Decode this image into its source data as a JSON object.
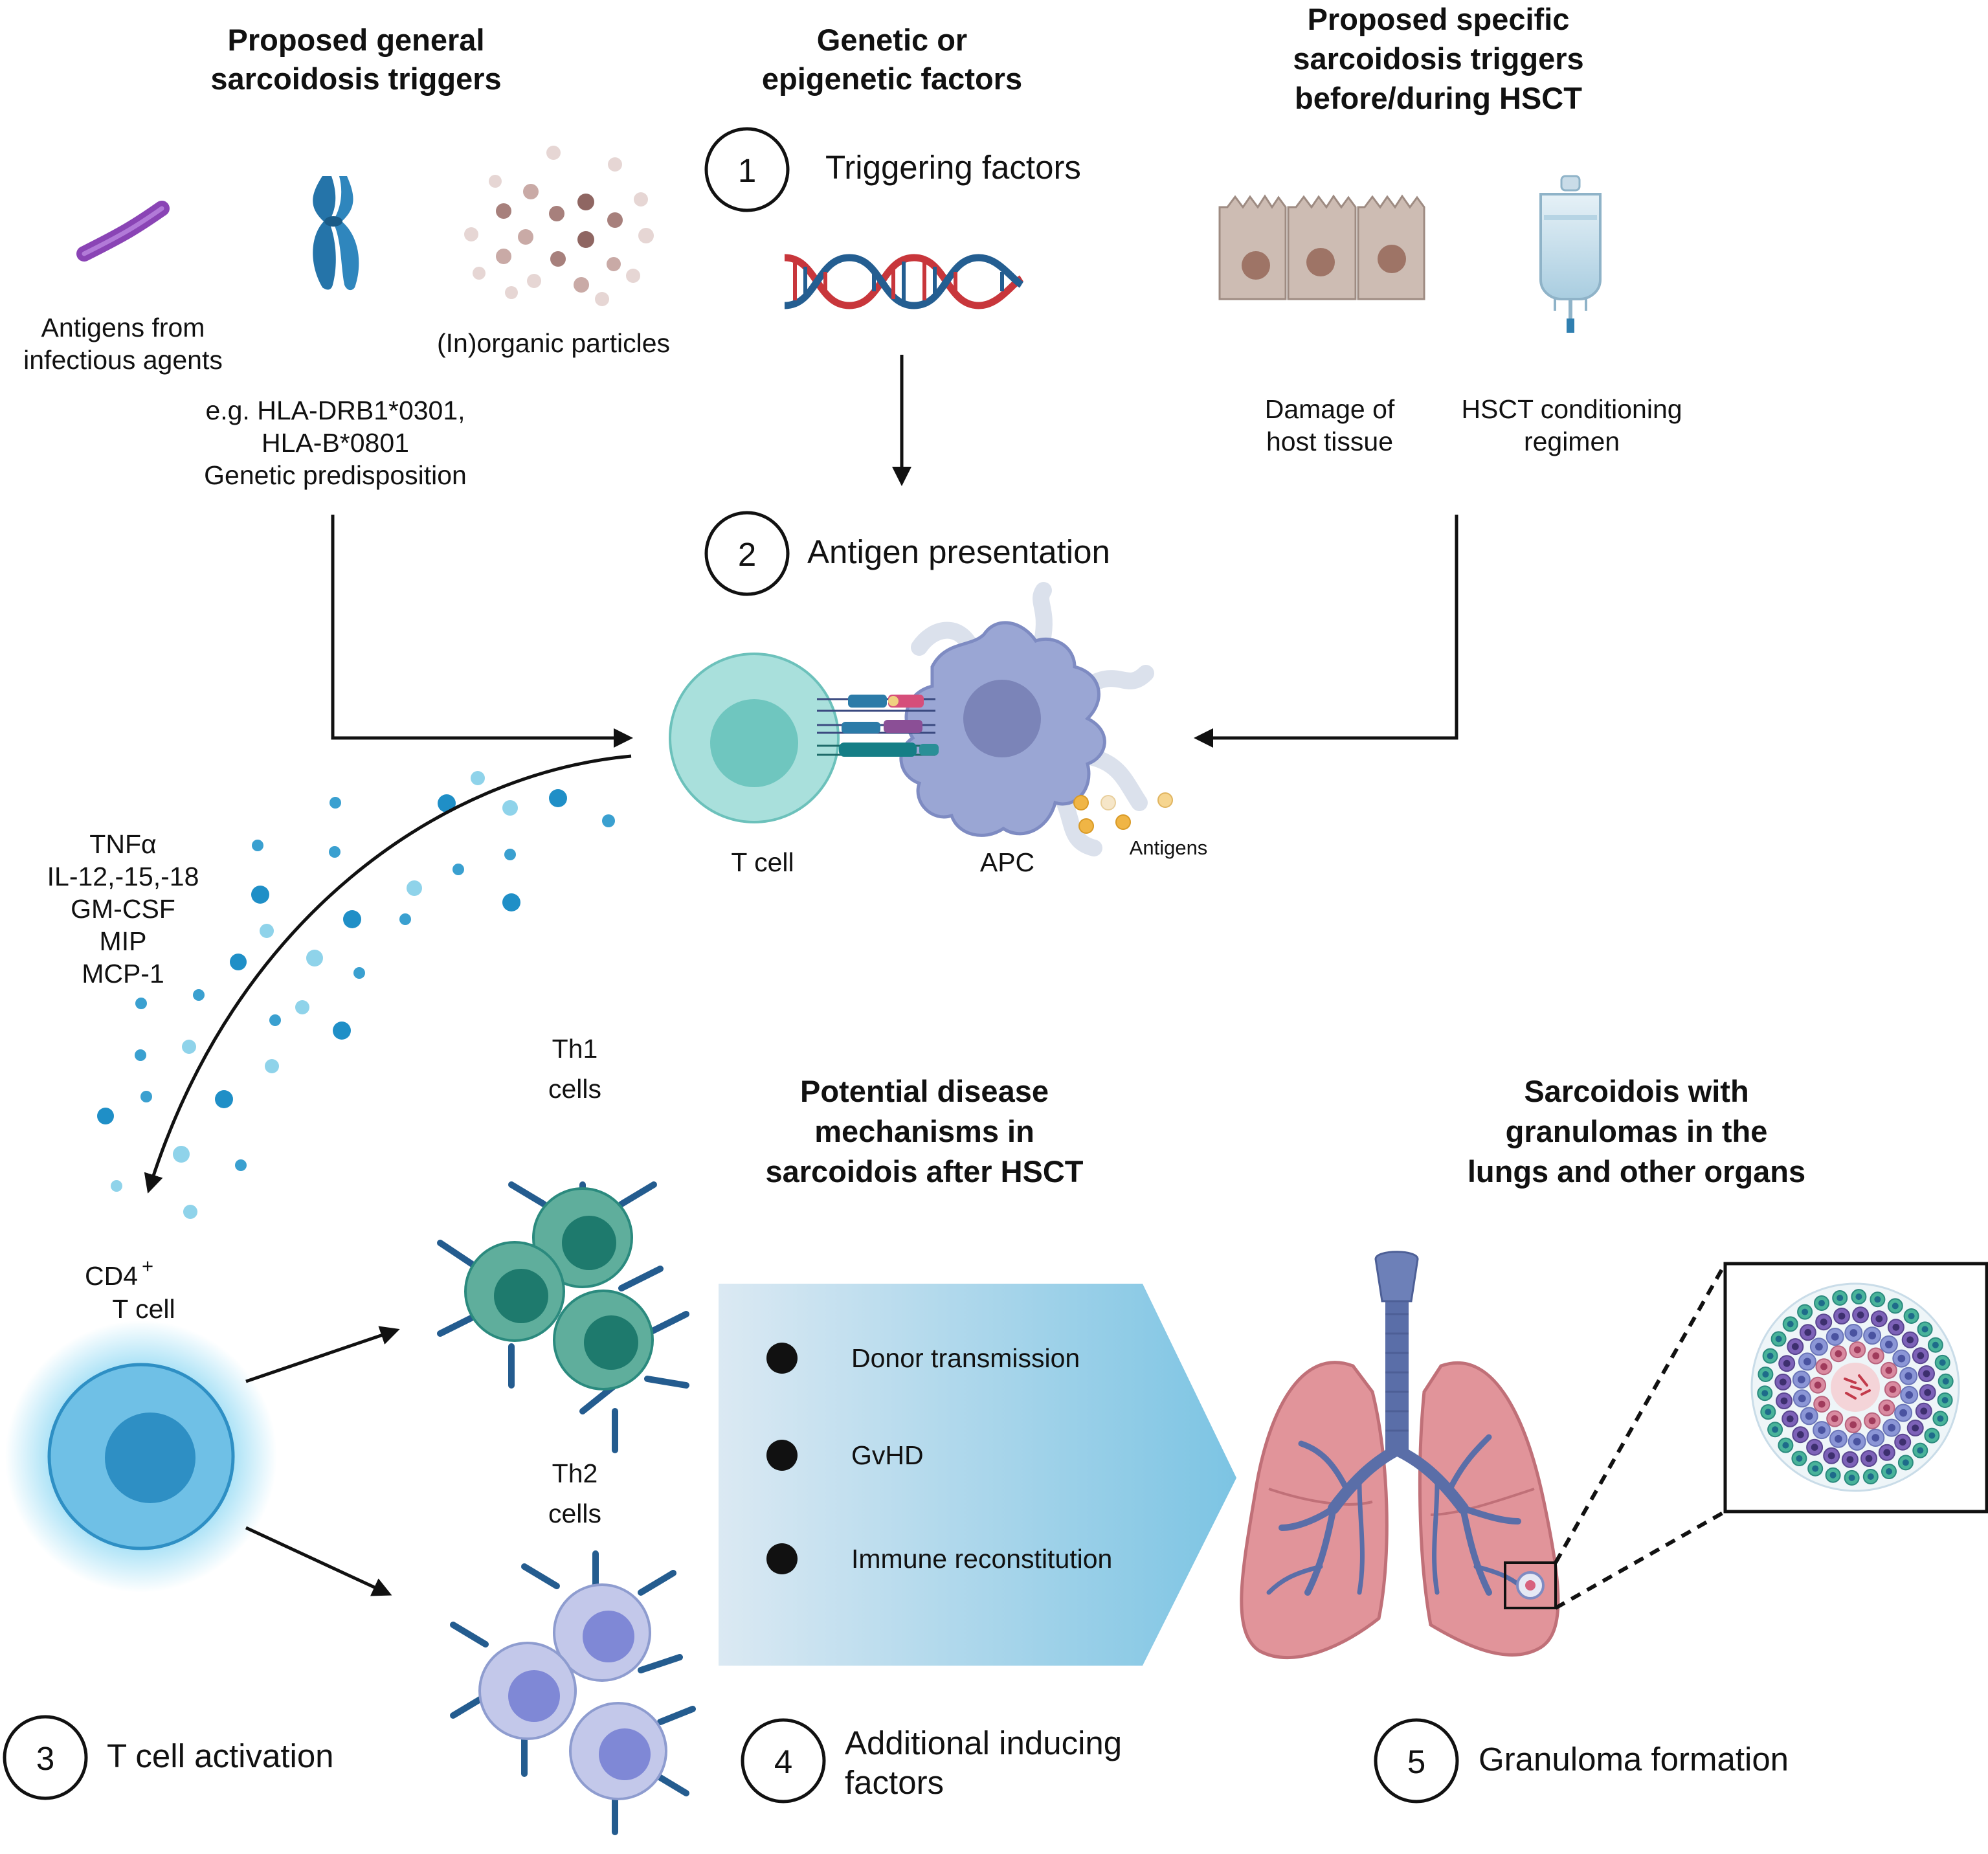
{
  "header_general": [
    "Proposed general",
    "sarcoidosis triggers"
  ],
  "header_genetic": [
    "Genetic or",
    "epigenetic factors"
  ],
  "header_specific": [
    "Proposed specific",
    "sarcoidosis triggers",
    "before/during HSCT"
  ],
  "steps": [
    {
      "num": "1",
      "label": "Triggering factors"
    },
    {
      "num": "2",
      "label": "Antigen presentation"
    },
    {
      "num": "3",
      "label": "T cell activation"
    },
    {
      "num": "4",
      "label": [
        "Additional inducing",
        "factors"
      ]
    },
    {
      "num": "5",
      "label": "Granuloma formation"
    }
  ],
  "labels": {
    "antigens_infectious": [
      "Antigens from",
      "infectious agents"
    ],
    "particles": "(In)organic particles",
    "genetic": [
      "e.g. HLA-DRB1*0301,",
      "HLA-B*0801",
      "Genetic predisposition"
    ],
    "damage": [
      "Damage of",
      "host tissue"
    ],
    "conditioning": [
      "HSCT conditioning",
      "regimen"
    ],
    "t_cell": "T cell",
    "apc": "APC",
    "antigens": "Antigens",
    "cytokines": [
      "TNFα",
      "IL-12,-15,-18",
      "GM-CSF",
      "MIP",
      "MCP-1"
    ],
    "cd4": [
      "CD4",
      "+",
      "T cell"
    ],
    "th1": [
      "Th1",
      "cells"
    ],
    "th2": [
      "Th2",
      "cells"
    ]
  },
  "mechanisms": {
    "title": [
      "Potential disease",
      "mechanisms in",
      "sarcoidois after HSCT"
    ],
    "items": [
      "Donor transmission",
      "GvHD",
      "Immune reconstitution"
    ]
  },
  "granuloma_title": [
    "Sarcoidois with",
    "granulomas in the",
    "lungs and other organs"
  ],
  "colors": {
    "teal": "#2b8a7e",
    "apc": "#8e9ccf",
    "cd4": "#2e8fc4",
    "particle_blue": "#1f8fc7",
    "lung": "#d98a92",
    "bronchi": "#5a6ea8",
    "antigen": "#f0b545"
  }
}
